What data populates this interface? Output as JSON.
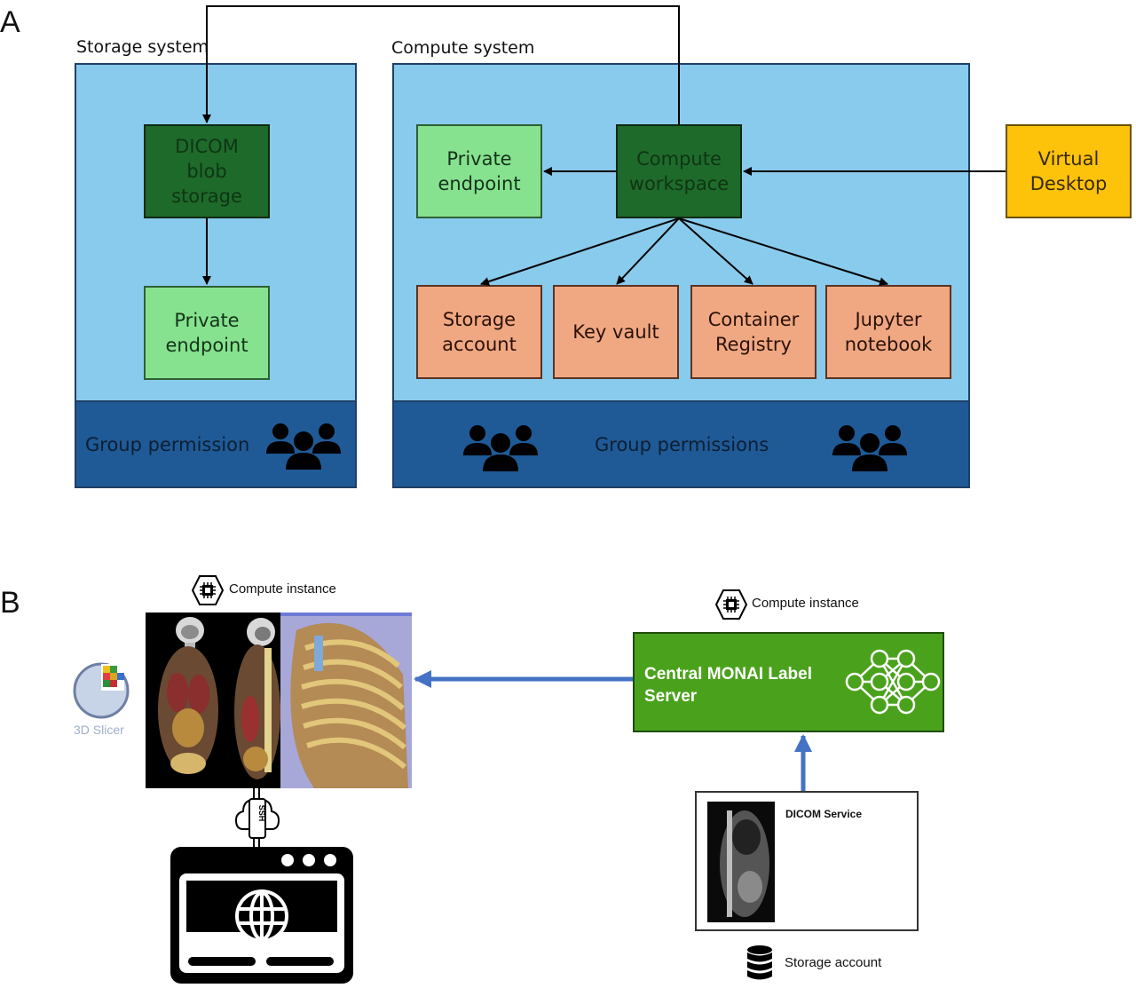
{
  "panel_a": {
    "letter": "A",
    "storage_system": {
      "title": "Storage system",
      "dicom_blob": "DICOM\nblob\nstorage",
      "private_endpoint": "Private\nendpoint",
      "permission": "Group permission"
    },
    "compute_system": {
      "title": "Compute system",
      "private_endpoint": "Private\nendpoint",
      "workspace": "Compute\nworkspace",
      "storage_account": "Storage\naccount",
      "key_vault": "Key vault",
      "container_registry": "Container\nRegistry",
      "jupyter": "Jupyter\nnotebook",
      "permission": "Group permissions"
    },
    "virtual_desktop": "Virtual\nDesktop"
  },
  "panel_b": {
    "letter": "B",
    "compute_instance_left": "Compute instance",
    "compute_instance_right": "Compute instance",
    "slicer_label": "3D Slicer",
    "ssh_label": "SSH",
    "monai_server": "Central MONAI Label Server",
    "dicom_service": "DICOM Service",
    "storage_account": "Storage account"
  },
  "colors": {
    "system_fill": "#89cbec",
    "permission_fill": "#1f5a97",
    "dark_green": "#1e6a2a",
    "light_green": "#86e28e",
    "orange": "#f0a883",
    "yellow": "#fdc20a",
    "monai_green": "#4aa21c",
    "arrow_blue": "#4472c4"
  },
  "icons": [
    "people-group-icon",
    "chip-hexagon-icon",
    "3d-slicer-logo",
    "ssh-cloud-icon",
    "browser-globe-icon",
    "neural-network-icon",
    "database-icon"
  ]
}
